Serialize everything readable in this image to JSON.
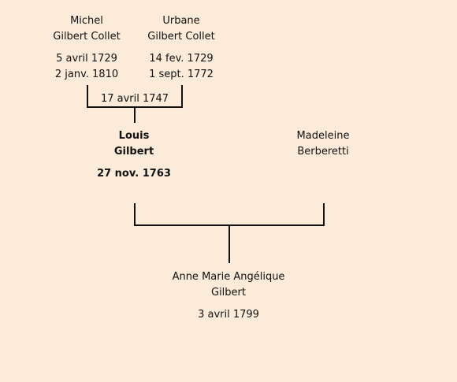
{
  "people": {
    "father_of_louis": {
      "first_name": "Michel",
      "surname": "Gilbert Collet",
      "birth": "5 avril 1729",
      "death": "2 janv. 1810"
    },
    "mother_of_louis": {
      "first_name": "Urbane",
      "surname": "Gilbert Collet",
      "birth": "14 fev. 1729",
      "death": "1 sept. 1772"
    },
    "louis": {
      "first_name": "Louis",
      "surname": "Gilbert",
      "birth": "27 nov. 1763"
    },
    "madeleine": {
      "first_name": "Madeleine",
      "surname": "Berberetti"
    },
    "anne": {
      "name": "Anne Marie Angélique",
      "surname": "Gilbert",
      "birth": "3 avril 1799"
    }
  },
  "marriages": {
    "michel_urbane": "17 avril 1747"
  },
  "colors": {
    "background": "#fcebd9",
    "text": "#111111",
    "line": "#111111"
  }
}
